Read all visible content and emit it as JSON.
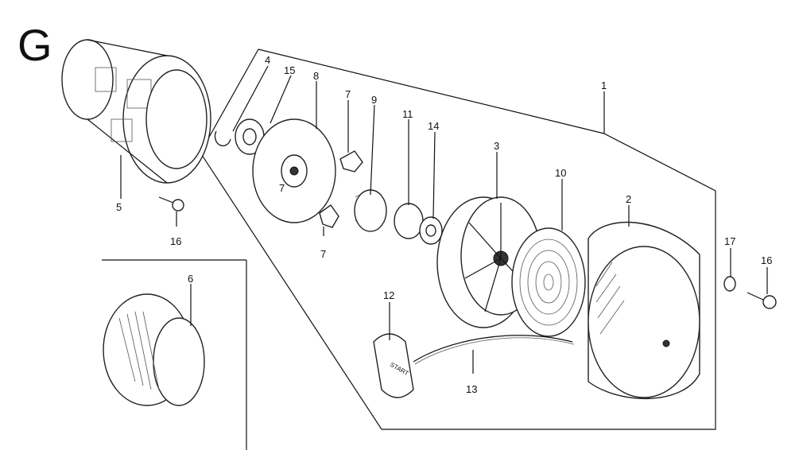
{
  "section_letter": "G",
  "callouts": {
    "c1": "1",
    "c2": "2",
    "c3": "3",
    "c4": "4",
    "c5": "5",
    "c6": "6",
    "c7a": "7",
    "c7b": "7",
    "c7c": "7",
    "c8": "8",
    "c9": "9",
    "c10": "10",
    "c11": "11",
    "c12": "12",
    "c13": "13",
    "c14": "14",
    "c15": "15",
    "c16a": "16",
    "c16b": "16",
    "c17": "17"
  },
  "grip_text": "START"
}
